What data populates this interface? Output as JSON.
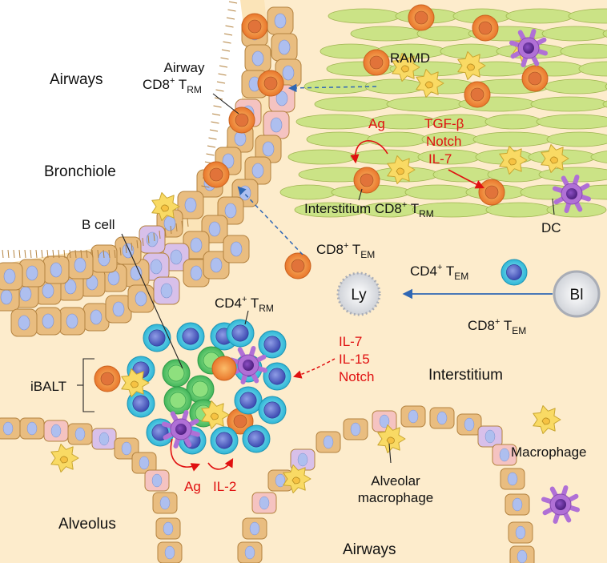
{
  "labels": {
    "airways_top": "Airways",
    "airways_bottom": "Airways",
    "bronchiole": "Bronchiole",
    "alveolus": "Alveolus",
    "interstitium": "Interstitium",
    "ramd": "RAMD",
    "dc": "DC",
    "b_cell": "B cell",
    "ibalt": "iBALT",
    "ly": "Ly",
    "bl": "Bl",
    "macrophage": "Macrophage",
    "alveolar_macrophage_1": "Alveolar",
    "alveolar_macrophage_2": "macrophage"
  },
  "tcells": {
    "airway_trm_line1": "Airway",
    "interstitium_prefix": "Interstitium",
    "cd8": "CD8",
    "cd4": "CD4",
    "plus": "+",
    "trm": "T",
    "trm_sub": "RM",
    "tem_sub": "EM"
  },
  "signals": {
    "ag_top": "Ag",
    "tgf_beta": "TGF-β",
    "notch_top": "Notch",
    "il7_top": "IL-7",
    "il7_mid": "IL-7",
    "il15": "IL-15",
    "notch_mid": "Notch",
    "ag_bottom": "Ag",
    "il2": "IL-2"
  },
  "colors": {
    "tissue": "#fdeccc",
    "epithelium": "#e9bd80",
    "epithelium_border": "#b3823f",
    "nucleus": "#aebfef",
    "pink_cell": "#f5c3c1",
    "lilac_cell": "#d8c0ea",
    "smooth_muscle": "#c9e383",
    "smooth_muscle_border": "#9cb24b",
    "cd8_orange": "#ef8a3e",
    "cd4_cyan": "#49c6e0",
    "bcell_green": "#5ece72",
    "macrophage_yellow": "#f9da64",
    "dc_purple": "#b070d6",
    "arrow_blue": "#3067b4",
    "signal_red": "#e01010"
  }
}
